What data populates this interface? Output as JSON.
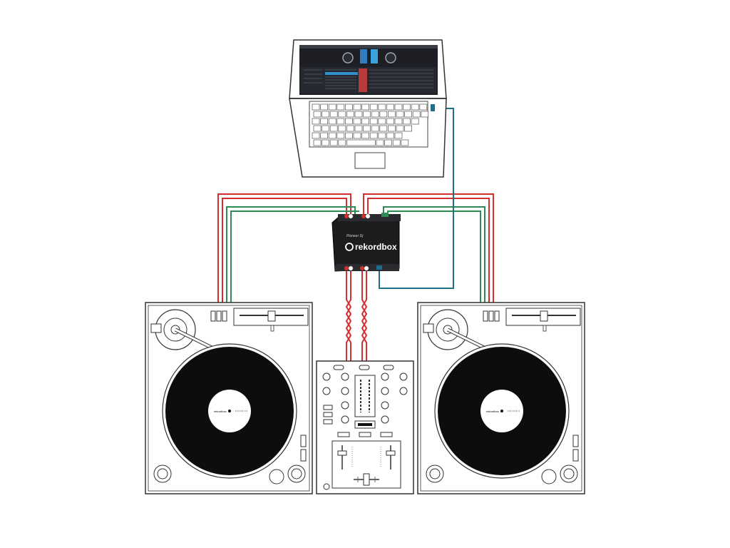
{
  "interface": {
    "brand_small": "Pioneer Dj",
    "logo_text": "rekordbox"
  },
  "record_label": {
    "brand": "rekordbox"
  },
  "cables": {
    "colors": {
      "left_channel": "#d32f2f",
      "right_channel": "#2e8b57",
      "usb": "#1f6f8b"
    }
  },
  "icons": {
    "laptop": "laptop-icon",
    "turntable": "turntable-icon",
    "mixer": "mixer-icon",
    "audio_interface": "audio-interface-icon"
  }
}
